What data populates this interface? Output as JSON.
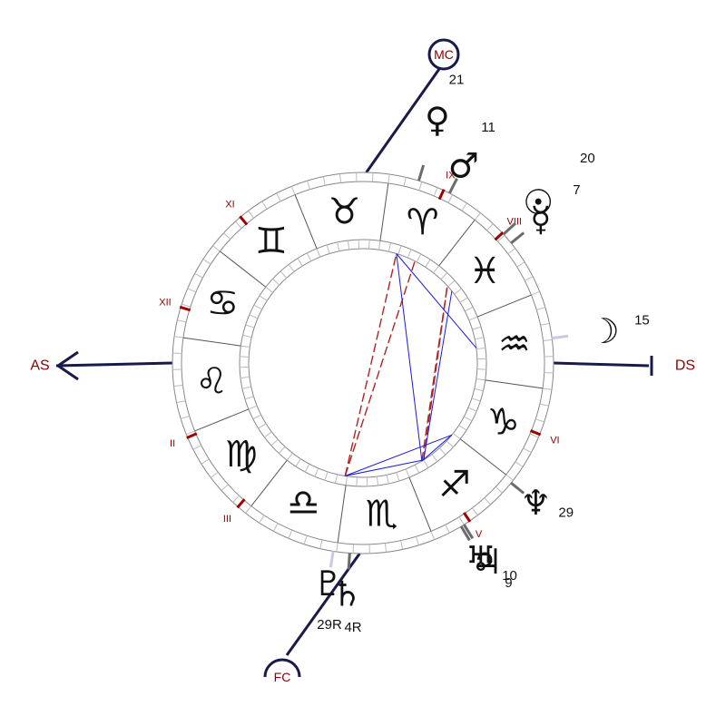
{
  "ascendant_longitude": 128,
  "midheaven_longitude": 37,
  "angles": {
    "as": {
      "label": "AS"
    },
    "ds": {
      "label": "DS"
    },
    "mc": {
      "label": "MC"
    },
    "fc": {
      "label": "FC"
    }
  },
  "signs": [
    {
      "name": "aries",
      "glyph": "♈"
    },
    {
      "name": "taurus",
      "glyph": "♉"
    },
    {
      "name": "gemini",
      "glyph": "♊"
    },
    {
      "name": "cancer",
      "glyph": "♋"
    },
    {
      "name": "leo",
      "glyph": "♌"
    },
    {
      "name": "virgo",
      "glyph": "♍"
    },
    {
      "name": "libra",
      "glyph": "♎"
    },
    {
      "name": "scorpio",
      "glyph": "♏"
    },
    {
      "name": "sagittarius",
      "glyph": "♐"
    },
    {
      "name": "capricorn",
      "glyph": "♑"
    },
    {
      "name": "aquarius",
      "glyph": "♒"
    },
    {
      "name": "pisces",
      "glyph": "♓"
    }
  ],
  "houses": [
    {
      "label": "II",
      "longitude": 151
    },
    {
      "label": "III",
      "longitude": 177
    },
    {
      "label": "V",
      "longitude": 252
    },
    {
      "label": "VI",
      "longitude": 286
    },
    {
      "label": "VIII",
      "longitude": 351
    },
    {
      "label": "IX",
      "longitude": 13
    },
    {
      "label": "XI",
      "longitude": 78
    },
    {
      "label": "XII",
      "longitude": 111
    }
  ],
  "planets": [
    {
      "name": "sun",
      "glyph": "☉",
      "degree": "20",
      "longitude": 350.5,
      "line_color": "#6b6b6b"
    },
    {
      "name": "moon",
      "glyph": "☽",
      "degree": "15",
      "longitude": 315.5,
      "line_color": "#c9c9e0"
    },
    {
      "name": "mercury",
      "glyph": "☿",
      "degree": "7",
      "longitude": 347,
      "line_color": "#6b6b6b"
    },
    {
      "name": "venus",
      "glyph": "♀",
      "degree": "21",
      "longitude": 21,
      "line_color": "#6b6b6b"
    },
    {
      "name": "mars",
      "glyph": "♂",
      "degree": "11",
      "longitude": 11,
      "line_color": "#6b6b6b"
    },
    {
      "name": "jupiter",
      "glyph": "♃",
      "degree": "10",
      "longitude": 250,
      "line_color": "#6b6b6b"
    },
    {
      "name": "saturn",
      "glyph": "♄",
      "degree": "4R",
      "longitude": 214,
      "line_color": "#6b6b6b"
    },
    {
      "name": "uranus",
      "glyph": "♅",
      "degree": "9",
      "longitude": 249,
      "line_color": "#6b6b6b"
    },
    {
      "name": "neptune",
      "glyph": "♆",
      "degree": "29",
      "longitude": 269,
      "line_color": "#6b6b6b"
    },
    {
      "name": "pluto",
      "glyph": "♇",
      "degree": "29R",
      "longitude": 209,
      "line_color": "#c9c9e0"
    }
  ],
  "aspects": [
    {
      "from": "pluto",
      "to": "venus",
      "color": "#b22222",
      "style": "dashed"
    },
    {
      "from": "pluto",
      "to": "mars",
      "color": "#b22222",
      "style": "dashed"
    },
    {
      "from": "jupiter",
      "to": "sun",
      "color": "#b22222",
      "style": "dashed"
    },
    {
      "from": "uranus",
      "to": "sun",
      "color": "#b22222",
      "style": "dashed"
    },
    {
      "from": "pluto",
      "to": "neptune",
      "color": "#1a1adc",
      "style": "solid"
    },
    {
      "from": "pluto",
      "to": "jupiter",
      "color": "#1a1adc",
      "style": "solid"
    },
    {
      "from": "jupiter",
      "to": "mercury",
      "color": "#1a1adc",
      "style": "solid"
    },
    {
      "from": "uranus",
      "to": "venus",
      "color": "#1a1adc",
      "style": "solid"
    },
    {
      "from": "uranus",
      "to": "neptune",
      "color": "#1a1adc",
      "style": "solid"
    },
    {
      "from": "venus",
      "to": "moon",
      "color": "#1a1adc",
      "style": "solid"
    }
  ]
}
